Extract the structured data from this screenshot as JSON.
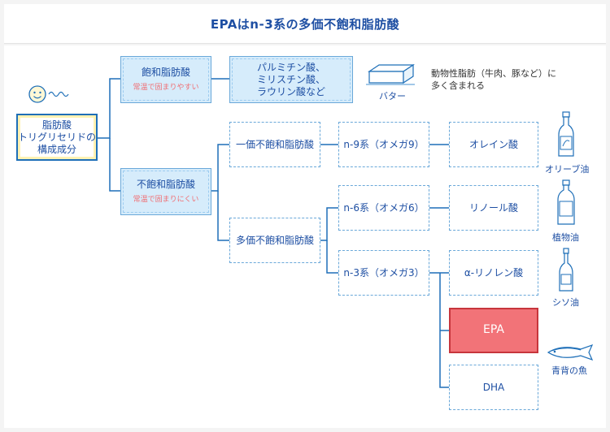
{
  "title": "EPAはn-3系の多価不飽和脂肪酸",
  "root": {
    "lines": [
      "脂肪酸",
      "トリグリセリドの",
      "構成成分"
    ]
  },
  "saturated": {
    "label": "飽和脂肪酸",
    "note": "常温で固まりやすい"
  },
  "saturated_examples": {
    "lines": [
      "パルミチン酸、",
      "ミリスチン酸、",
      "ラウリン酸など"
    ]
  },
  "butter": {
    "label": "バター",
    "desc_lines": [
      "動物性脂肪（牛肉、豚など）に",
      "多く含まれる"
    ]
  },
  "unsaturated": {
    "label": "不飽和脂肪酸",
    "note": "常温で固まりにくい"
  },
  "mono": {
    "label": "一価不飽和脂肪酸"
  },
  "poly": {
    "label": "多価不飽和脂肪酸"
  },
  "n9": {
    "label": "n-9系（オメガ9）"
  },
  "n6": {
    "label": "n-6系（オメガ6）"
  },
  "n3": {
    "label": "n-3系（オメガ3）"
  },
  "oleic": {
    "label": "オレイン酸"
  },
  "linoleic": {
    "label": "リノール酸"
  },
  "alpha_linolenic": {
    "label": "α-リノレン酸"
  },
  "epa": {
    "label": "EPA"
  },
  "dha": {
    "label": "DHA"
  },
  "olive_oil": {
    "label": "オリーブ油"
  },
  "vegetable_oil": {
    "label": "植物油"
  },
  "perilla_oil": {
    "label": "シソ油"
  },
  "blue_fish": {
    "label": "青背の魚"
  },
  "colors": {
    "title": "#1e4fa3",
    "box_fill": "#d6ecfb",
    "border": "#6aa8d9",
    "epa_fill": "#f27378",
    "note": "#f06e73"
  }
}
